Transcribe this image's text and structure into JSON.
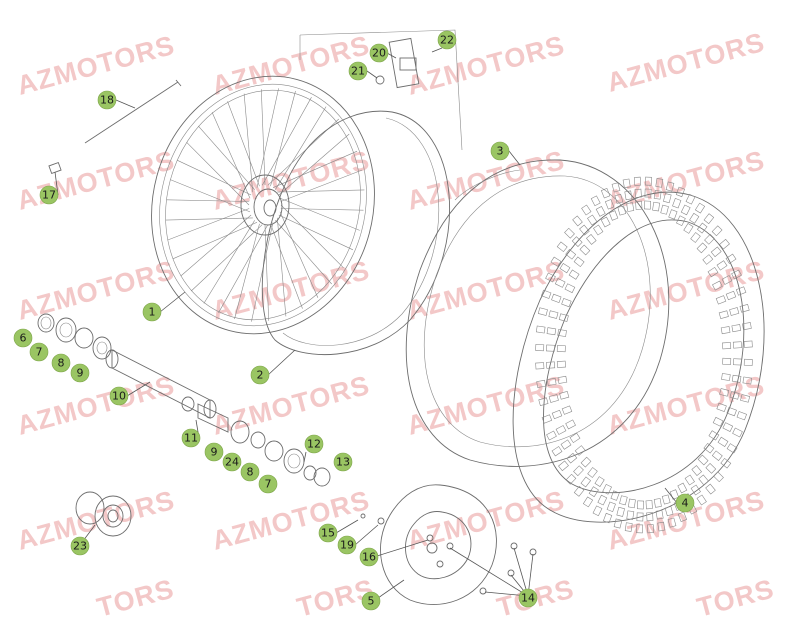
{
  "watermark": "AZMOTORS",
  "watermark_partial": "TORS",
  "colors": {
    "callout_fill": "#9ac563",
    "watermark": "#f3c8c8",
    "line": "#6d6d6d"
  },
  "callouts": [
    "1",
    "2",
    "3",
    "4",
    "5",
    "6",
    "7",
    "8",
    "9",
    "10",
    "11",
    "12",
    "13",
    "14",
    "15",
    "16",
    "17",
    "18",
    "19",
    "20",
    "21",
    "22",
    "23",
    "24"
  ],
  "extra_callouts": {
    "p7b": "7",
    "p8b": "8",
    "p9b": "9"
  }
}
